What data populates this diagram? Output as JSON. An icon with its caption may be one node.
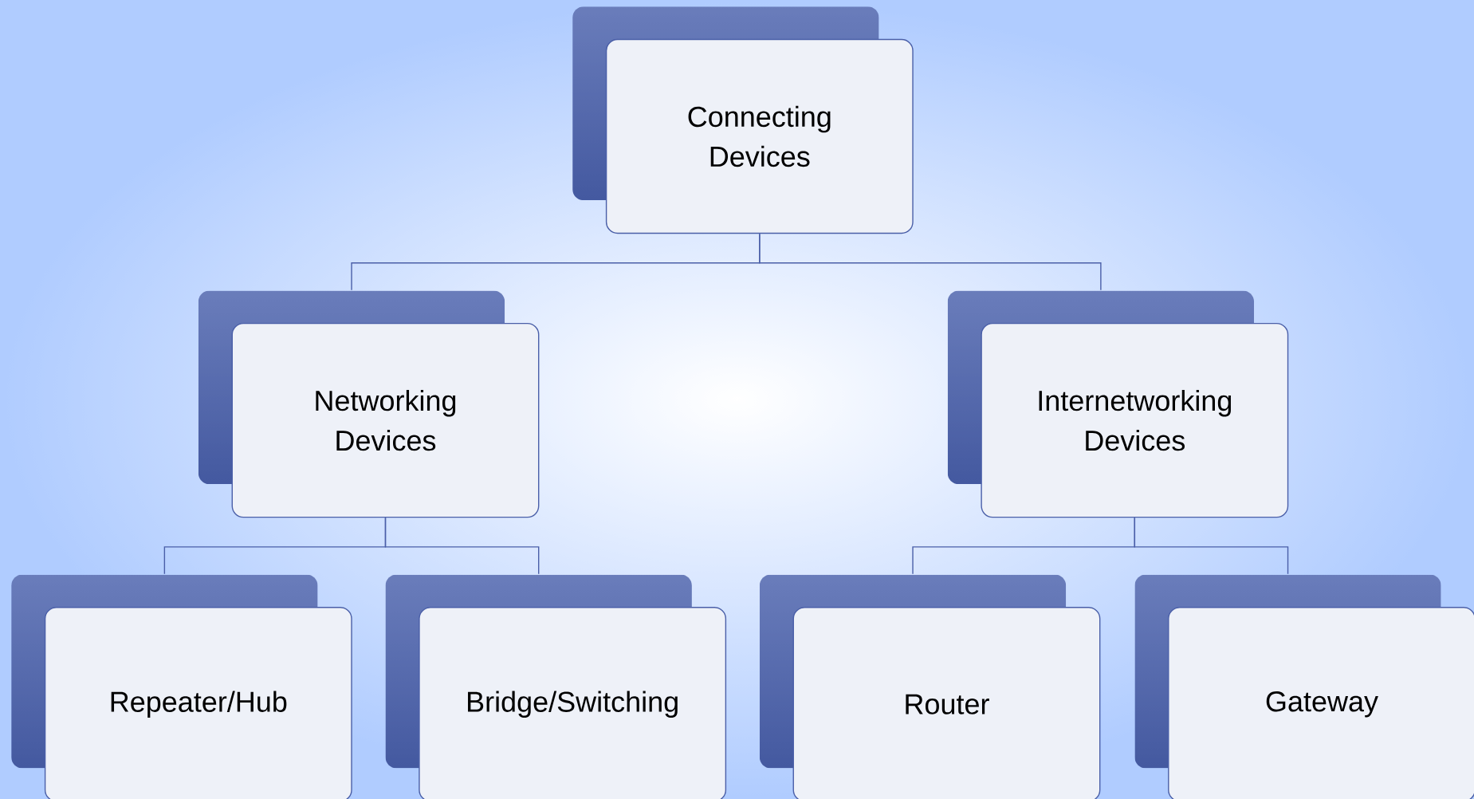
{
  "diagram": {
    "nodes": [
      {
        "text": [
          "Connecting Devices"
        ]
      },
      {
        "text": [
          "Networking Devices"
        ]
      },
      {
        "text": [
          "Internetworking Devices"
        ]
      },
      {
        "text": [
          "Repeater/Hub"
        ]
      },
      {
        "text": [
          "Bridge/Switching"
        ]
      },
      {
        "text": [
          "Router"
        ]
      },
      {
        "text": [
          "Gateway"
        ]
      }
    ],
    "edges": [
      {
        "from": 0,
        "to": 1,
        "arrow": "none"
      },
      {
        "from": 0,
        "to": 2,
        "arrow": "none"
      },
      {
        "from": 1,
        "to": 3,
        "arrow": "none"
      },
      {
        "from": 1,
        "to": 4,
        "arrow": "none"
      },
      {
        "from": 2,
        "to": 5,
        "arrow": "none"
      },
      {
        "from": 2,
        "to": 6,
        "arrow": "none"
      }
    ]
  }
}
